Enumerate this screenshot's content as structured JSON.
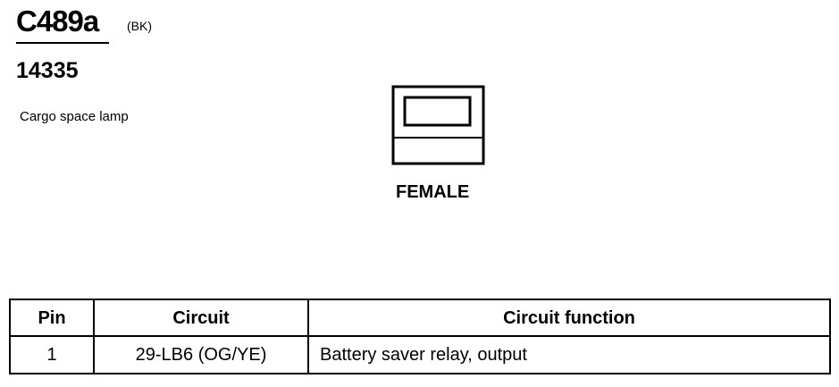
{
  "connector": {
    "id": "C489a",
    "color_code": "(BK)",
    "part_number": "14335",
    "description": "Cargo space lamp",
    "gender": "FEMALE"
  },
  "pin_table": {
    "headers": [
      "Pin",
      "Circuit",
      "Circuit function"
    ],
    "rows": [
      {
        "pin": "1",
        "circuit": "29-LB6 (OG/YE)",
        "function": "Battery saver relay, output"
      }
    ]
  }
}
